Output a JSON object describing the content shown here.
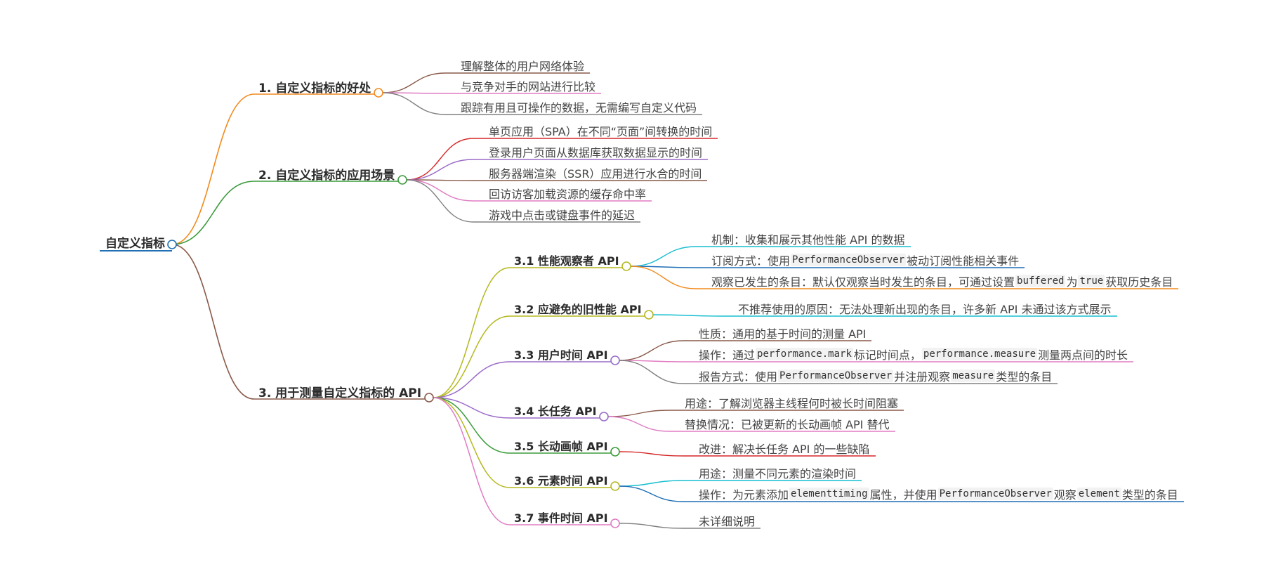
{
  "mindmap": {
    "root": {
      "label": "自定义指标",
      "color": "#1f6fb5",
      "children": [
        {
          "label": "1. 自定义指标的好处",
          "color": "#f28a1d",
          "children": [
            {
              "segments": [
                {
                  "t": "理解整体的用户网络体验"
                }
              ],
              "color": "#8a5a4a"
            },
            {
              "segments": [
                {
                  "t": "与竞争对手的网站进行比较"
                }
              ],
              "color": "#e07cc3"
            },
            {
              "segments": [
                {
                  "t": "跟踪有用且可操作的数据，无需编写自定义代码"
                }
              ],
              "color": "#808080"
            }
          ]
        },
        {
          "label": "2. 自定义指标的应用场景",
          "color": "#3a9b3a",
          "children": [
            {
              "segments": [
                {
                  "t": "单页应用（SPA）在不同“页面”间转换的时间"
                }
              ],
              "color": "#d62728"
            },
            {
              "segments": [
                {
                  "t": "登录用户页面从数据库获取数据显示的时间"
                }
              ],
              "color": "#9a6bc8"
            },
            {
              "segments": [
                {
                  "t": "服务器端渲染（SSR）应用进行水合的时间"
                }
              ],
              "color": "#8a5a4a"
            },
            {
              "segments": [
                {
                  "t": "回访访客加载资源的缓存命中率"
                }
              ],
              "color": "#e07cc3"
            },
            {
              "segments": [
                {
                  "t": "游戏中点击或键盘事件的延迟"
                }
              ],
              "color": "#808080"
            }
          ]
        },
        {
          "label": "3. 用于测量自定义指标的 API",
          "color": "#8a5a4a",
          "children": [
            {
              "label": "3.1 性能观察者 API",
              "color": "#b5b820",
              "children": [
                {
                  "segments": [
                    {
                      "t": "机制：收集和展示其他性能 API 的数据"
                    }
                  ],
                  "color": "#17becf"
                },
                {
                  "segments": [
                    {
                      "t": "订阅方式：使用"
                    },
                    {
                      "t": "PerformanceObserver",
                      "code": true
                    },
                    {
                      "t": "被动订阅性能相关事件"
                    }
                  ],
                  "color": "#1f6fb5"
                },
                {
                  "segments": [
                    {
                      "t": "观察已发生的条目：默认仅观察当时发生的条目，可通过设置"
                    },
                    {
                      "t": "buffered",
                      "code": true
                    },
                    {
                      "t": "为"
                    },
                    {
                      "t": "true",
                      "code": true
                    },
                    {
                      "t": "获取历史条目"
                    }
                  ],
                  "color": "#f28a1d"
                }
              ]
            },
            {
              "label": "3.2 应避免的旧性能 API",
              "color": "#b5b820",
              "children": [
                {
                  "segments": [
                    {
                      "t": "不推荐使用的原因：无法处理新出现的条目，许多新 API 未通过该方式展示"
                    }
                  ],
                  "color": "#17becf"
                }
              ]
            },
            {
              "label": "3.3 用户时间 API",
              "color": "#9a6bc8",
              "children": [
                {
                  "segments": [
                    {
                      "t": "性质：通用的基于时间的测量 API"
                    }
                  ],
                  "color": "#8a5a4a"
                },
                {
                  "segments": [
                    {
                      "t": "操作：通过"
                    },
                    {
                      "t": "performance.mark",
                      "code": true
                    },
                    {
                      "t": "标记时间点，"
                    },
                    {
                      "t": "performance.measure",
                      "code": true
                    },
                    {
                      "t": "测量两点间的时长"
                    }
                  ],
                  "color": "#e07cc3"
                },
                {
                  "segments": [
                    {
                      "t": "报告方式：使用"
                    },
                    {
                      "t": "PerformanceObserver",
                      "code": true
                    },
                    {
                      "t": "并注册观察"
                    },
                    {
                      "t": "measure",
                      "code": true
                    },
                    {
                      "t": "类型的条目"
                    }
                  ],
                  "color": "#808080"
                }
              ]
            },
            {
              "label": "3.4 长任务 API",
              "color": "#9a6bc8",
              "children": [
                {
                  "segments": [
                    {
                      "t": "用途：了解浏览器主线程何时被长时间阻塞"
                    }
                  ],
                  "color": "#8a5a4a"
                },
                {
                  "segments": [
                    {
                      "t": "替换情况：已被更新的长动画帧 API 替代"
                    }
                  ],
                  "color": "#e07cc3"
                }
              ]
            },
            {
              "label": "3.5 长动画帧 API",
              "color": "#3a9b3a",
              "children": [
                {
                  "segments": [
                    {
                      "t": "改进：解决长任务 API 的一些缺陷"
                    }
                  ],
                  "color": "#d62728"
                }
              ]
            },
            {
              "label": "3.6 元素时间 API",
              "color": "#b5b820",
              "children": [
                {
                  "segments": [
                    {
                      "t": "用途：测量不同元素的渲染时间"
                    }
                  ],
                  "color": "#17becf"
                },
                {
                  "segments": [
                    {
                      "t": "操作：为元素添加"
                    },
                    {
                      "t": "elementtiming",
                      "code": true
                    },
                    {
                      "t": "属性，并使用"
                    },
                    {
                      "t": "PerformanceObserver",
                      "code": true
                    },
                    {
                      "t": "观察"
                    },
                    {
                      "t": "element",
                      "code": true
                    },
                    {
                      "t": "类型的条目"
                    }
                  ],
                  "color": "#1f6fb5"
                }
              ]
            },
            {
              "label": "3.7 事件时间 API",
              "color": "#e07cc3",
              "children": [
                {
                  "segments": [
                    {
                      "t": "未详细说明"
                    }
                  ],
                  "color": "#808080"
                }
              ]
            }
          ]
        }
      ]
    }
  }
}
